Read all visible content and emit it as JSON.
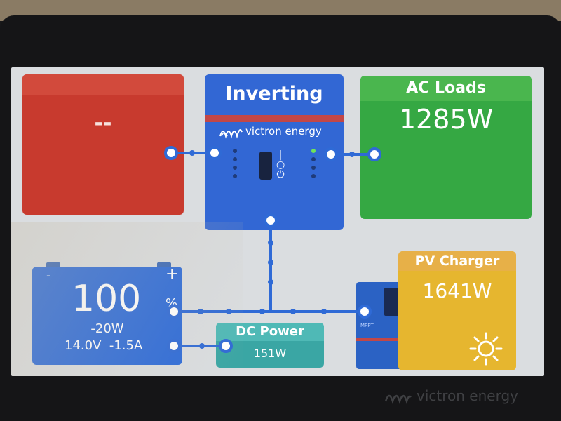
{
  "inverter": {
    "title": "Inverting",
    "brand": "victron energy"
  },
  "shore": {
    "value": "--"
  },
  "ac_loads": {
    "title": "AC Loads",
    "value": "1285W"
  },
  "battery": {
    "soc": "100",
    "soc_unit": "%",
    "power": "-20W",
    "voltage_current": "14.0V  -1.5A",
    "minus": "-",
    "plus": "+"
  },
  "dc_power": {
    "title": "DC Power",
    "value": "151W"
  },
  "pv_charger": {
    "title": "PV Charger",
    "value": "1641W"
  },
  "mppt": {
    "label": "MPPT"
  },
  "bezel": {
    "brand": "victron energy"
  },
  "colors": {
    "inverter": "#3267d4",
    "shore": "#c83a2e",
    "ac_loads": "#35a843",
    "battery": "#2d6bd9",
    "dc_power": "#3aa6a4",
    "pv_charger": "#e6b62f",
    "wire": "#2f6ad6"
  }
}
